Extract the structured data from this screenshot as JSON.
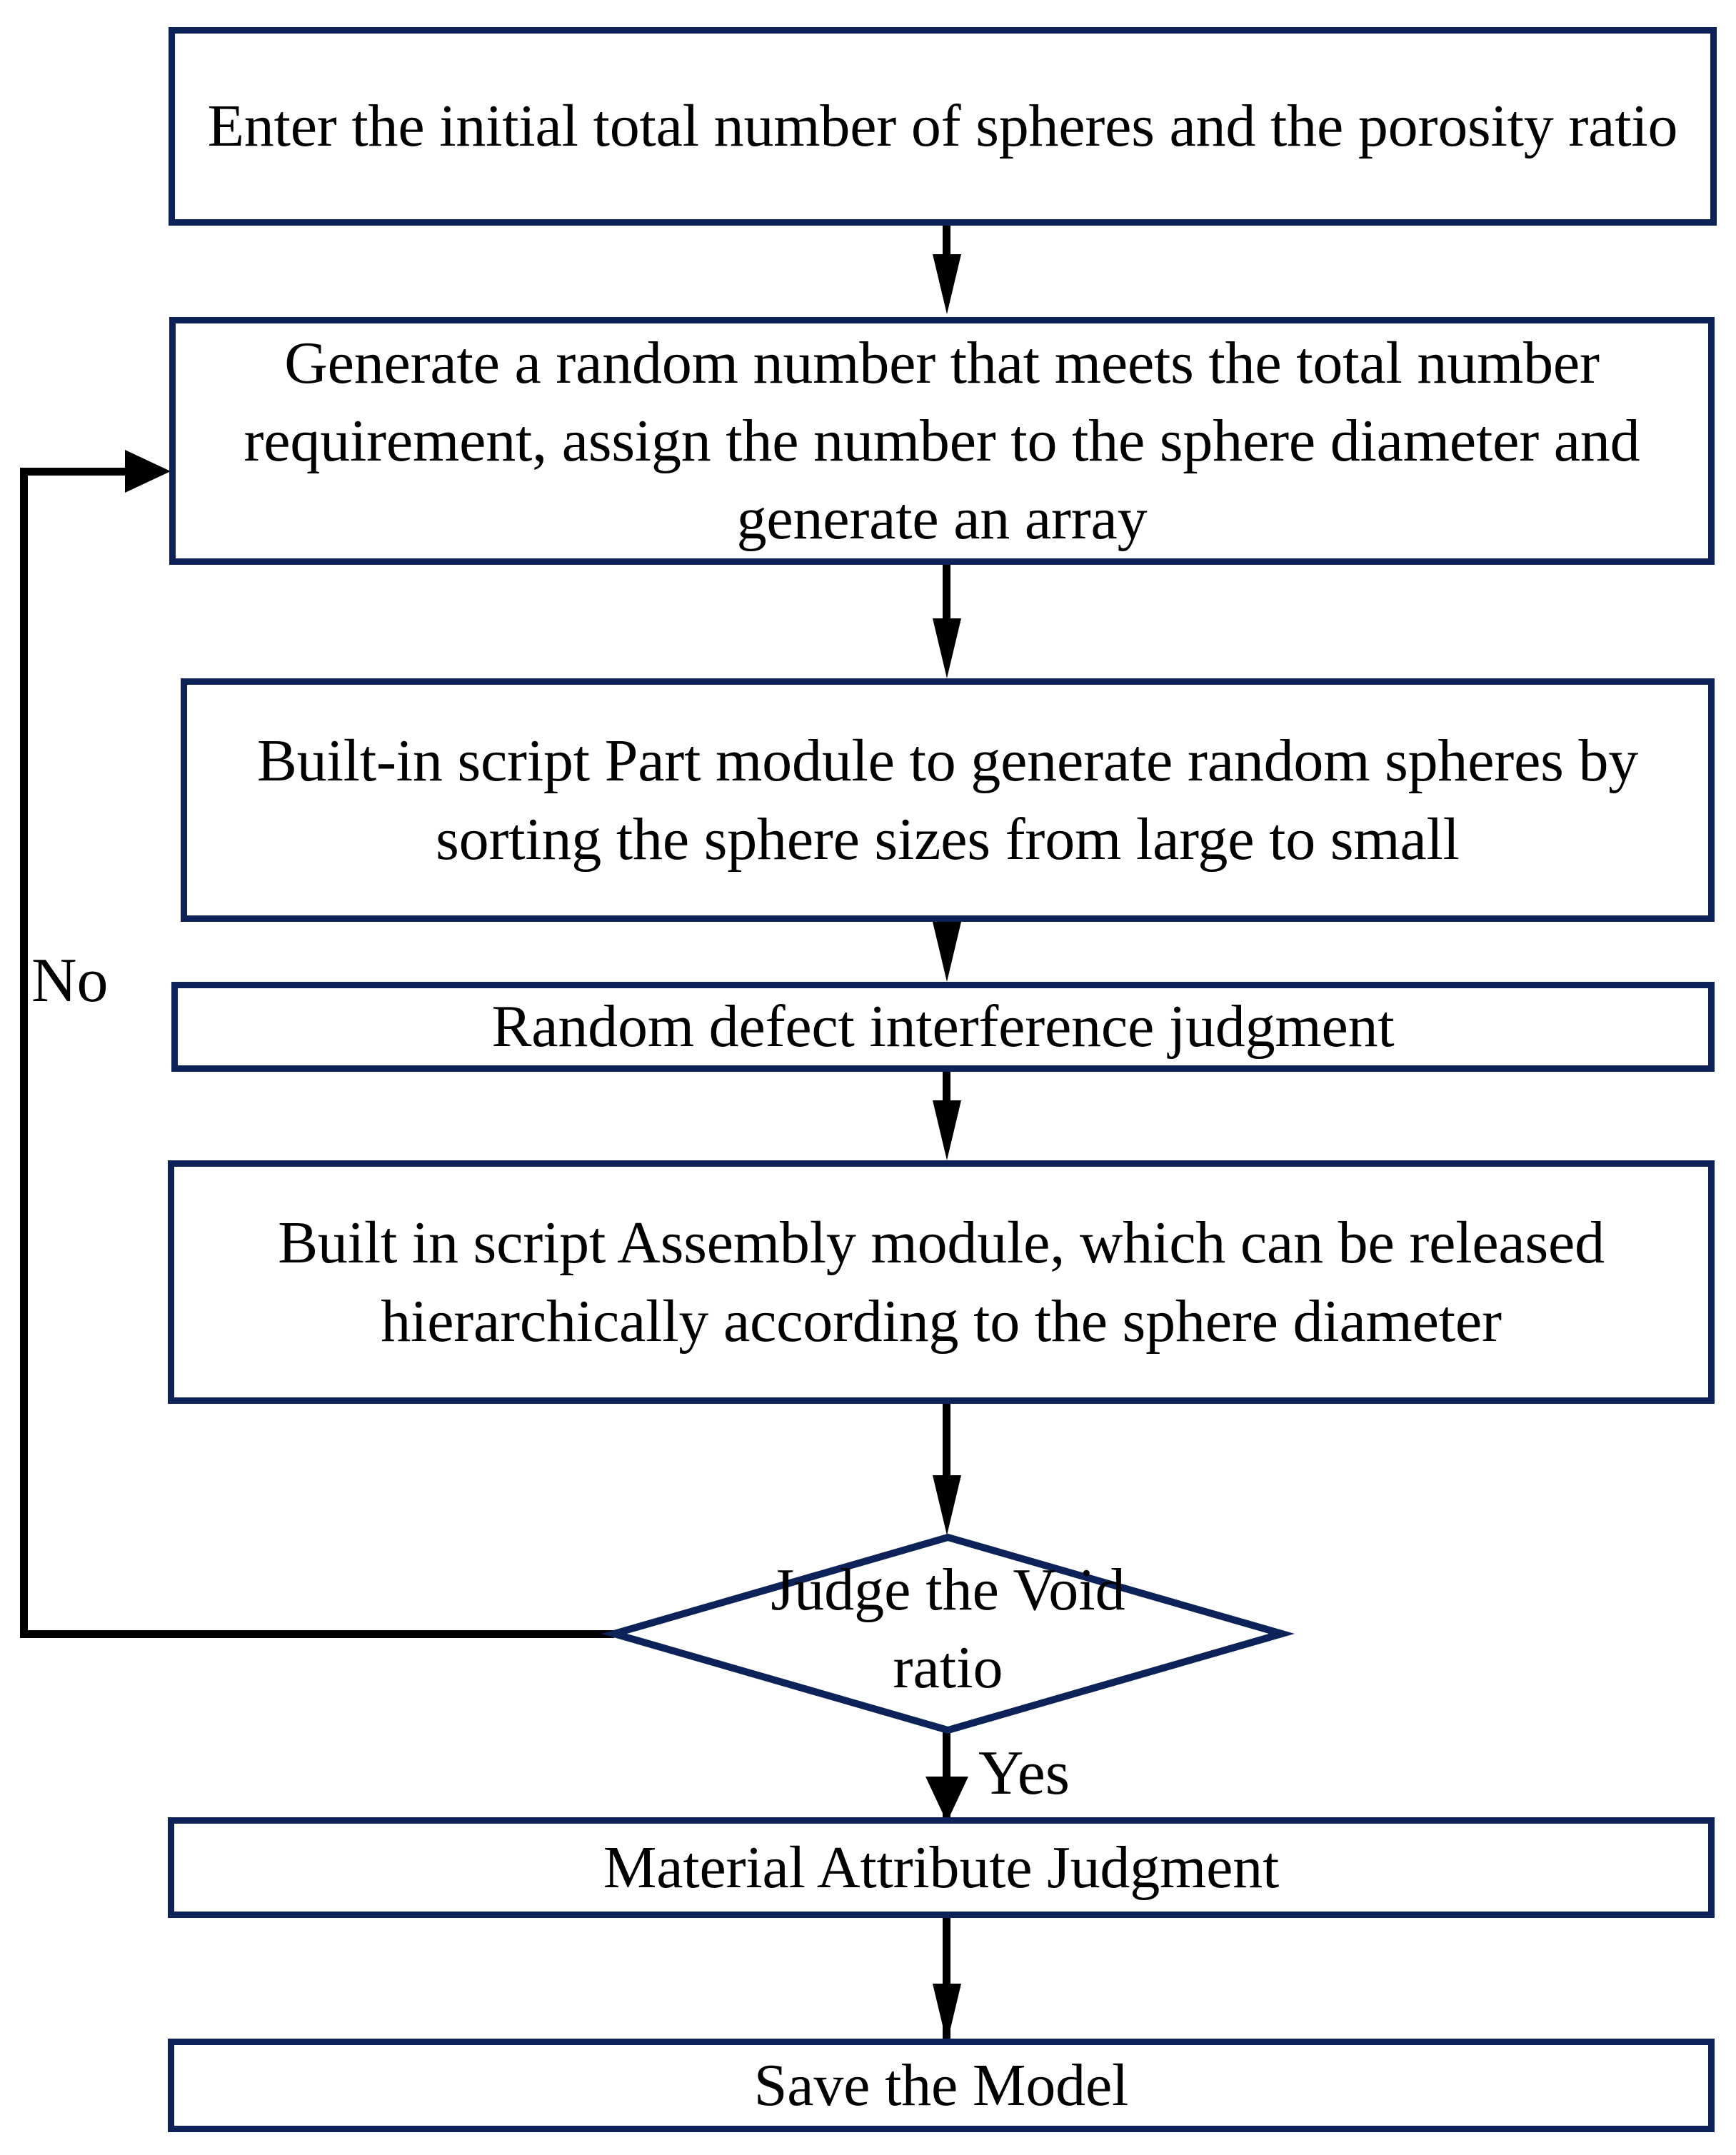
{
  "diagram": {
    "type": "flowchart",
    "title": "Random sphere model generation flowchart",
    "colors": {
      "node_border": "#0d2259",
      "node_fill": "#ffffff",
      "connector": "#000000",
      "text": "#000000",
      "background": "#ffffff"
    },
    "nodes": [
      {
        "id": "input",
        "shape": "rectangle",
        "text": "Enter the initial total number of spheres and the porosity ratio"
      },
      {
        "id": "generate",
        "shape": "rectangle",
        "text": "Generate a random number that meets the total number requirement, assign the number to the sphere diameter and generate an array"
      },
      {
        "id": "part",
        "shape": "rectangle",
        "text": "Built-in script Part module to generate random spheres by sorting the sphere sizes from large to small"
      },
      {
        "id": "defect",
        "shape": "rectangle",
        "text": "Random defect interference judgment"
      },
      {
        "id": "assembly",
        "shape": "rectangle",
        "text": "Built in script Assembly module, which can be released hierarchically according to the sphere diameter"
      },
      {
        "id": "decision",
        "shape": "diamond",
        "text_line1": "Judge the Void",
        "text_line2": "ratio"
      },
      {
        "id": "material",
        "shape": "rectangle",
        "text": "Material Attribute Judgment"
      },
      {
        "id": "save",
        "shape": "rectangle",
        "text": "Save the Model"
      }
    ],
    "edge_labels": {
      "no": "No",
      "yes": "Yes"
    },
    "edges": [
      {
        "from": "input",
        "to": "generate",
        "label": ""
      },
      {
        "from": "generate",
        "to": "part",
        "label": ""
      },
      {
        "from": "part",
        "to": "defect",
        "label": ""
      },
      {
        "from": "defect",
        "to": "assembly",
        "label": ""
      },
      {
        "from": "assembly",
        "to": "decision",
        "label": ""
      },
      {
        "from": "decision",
        "to": "generate",
        "label": "No"
      },
      {
        "from": "decision",
        "to": "material",
        "label": "Yes"
      },
      {
        "from": "material",
        "to": "save",
        "label": ""
      }
    ]
  }
}
